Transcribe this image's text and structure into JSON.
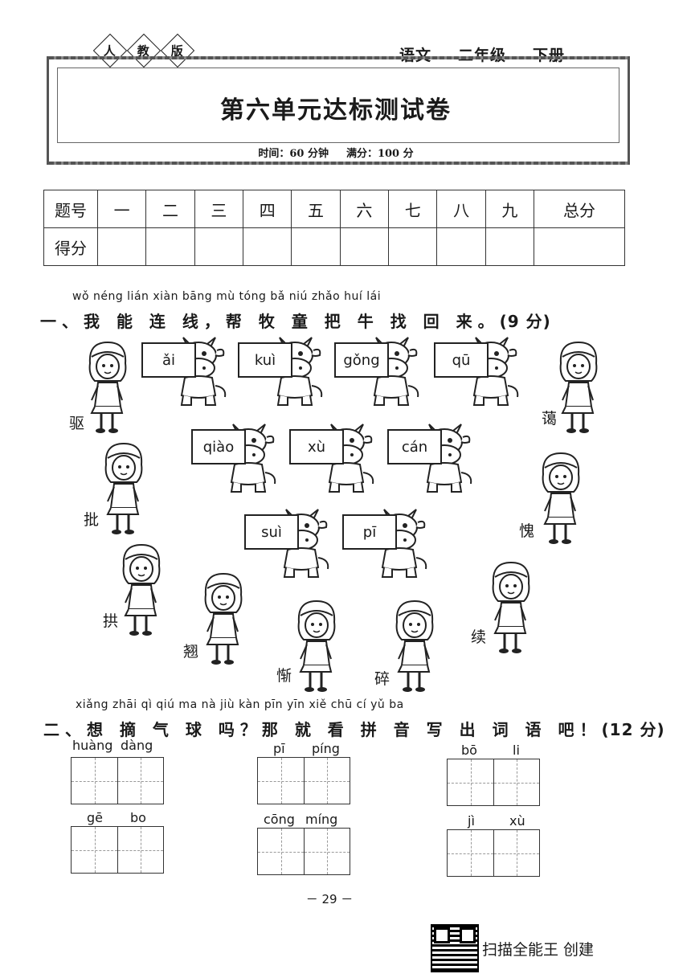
{
  "header": {
    "edition": [
      "人",
      "教",
      "版"
    ],
    "subject": "语文",
    "grade": "二年级",
    "volume": "下册",
    "title": "第六单元达标测试卷",
    "time": "时间：60 分钟",
    "full_score": "满分：100 分"
  },
  "score_table": {
    "row_headers": [
      "题号",
      "得分"
    ],
    "columns": [
      "一",
      "二",
      "三",
      "四",
      "五",
      "六",
      "七",
      "八",
      "九",
      "总分"
    ]
  },
  "section1": {
    "pinyin": "wǒ néng lián xiàn   bāng mù tóng bǎ niú zhǎo huí lái",
    "title": "一、我 能 连 线，帮 牧 童 把 牛 找 回 来。",
    "score": "(9 分)",
    "cows": [
      "ǎi",
      "kuì",
      "gǒng",
      "qū",
      "qiào",
      "xù",
      "cán",
      "suì",
      "pī"
    ],
    "children": [
      "驱",
      "蔼",
      "批",
      "愧",
      "拱",
      "翘",
      "惭",
      "碎",
      "续"
    ]
  },
  "section2": {
    "pinyin": "xiǎng zhāi qì qiú ma     nà jiù kàn pīn yīn xiě chū cí yǔ ba",
    "title": "二、想 摘 气 球 吗？那 就 看 拼 音 写 出 词 语 吧！",
    "score": "(12 分)",
    "words": [
      {
        "py1": "huàng",
        "py2": "dàng"
      },
      {
        "py1": "pī",
        "py2": "píng"
      },
      {
        "py1": "bō",
        "py2": "li"
      },
      {
        "py1": "gē",
        "py2": "bo"
      },
      {
        "py1": "cōng",
        "py2": "míng"
      },
      {
        "py1": "jì",
        "py2": "xù"
      }
    ]
  },
  "footer": {
    "page_number": "－ 29 －",
    "scan_label": "扫描全能王  创建"
  }
}
